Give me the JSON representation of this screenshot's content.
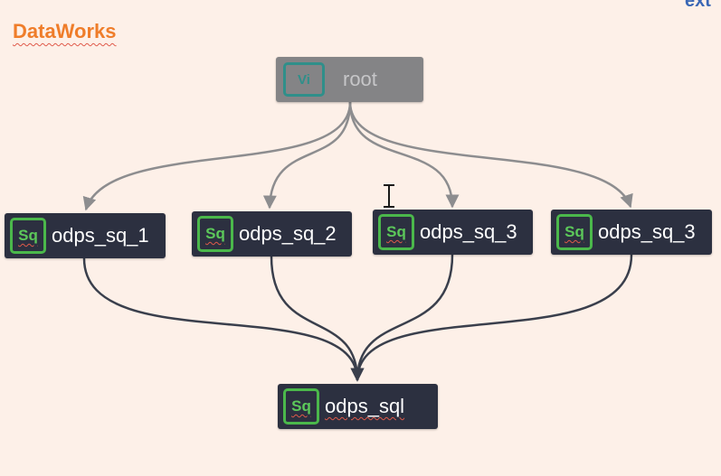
{
  "header": {
    "brand": "DataWorks",
    "corner_text": "ext"
  },
  "nodes": {
    "root": {
      "badge": "Vi",
      "label": "root"
    },
    "n1": {
      "badge": "Sq",
      "label": "odps_sq_1"
    },
    "n2": {
      "badge": "Sq",
      "label": "odps_sq_2"
    },
    "n3": {
      "badge": "Sq",
      "label": "odps_sq_3"
    },
    "n4": {
      "badge": "Sq",
      "label": "odps_sq_3"
    },
    "sink": {
      "badge": "Sq",
      "label": "odps_sql"
    }
  },
  "colors": {
    "background": "#fdf0e8",
    "brand": "#ef7d2a",
    "node_dark": "#2c3040",
    "node_root": "#848486",
    "badge_sq_border": "#4bb84b",
    "badge_vi_border": "#2f8f8a",
    "edge_light": "#8d8d8f",
    "edge_dark": "#3a3f4c"
  },
  "icons": {
    "cursor": "text-cursor-icon"
  }
}
